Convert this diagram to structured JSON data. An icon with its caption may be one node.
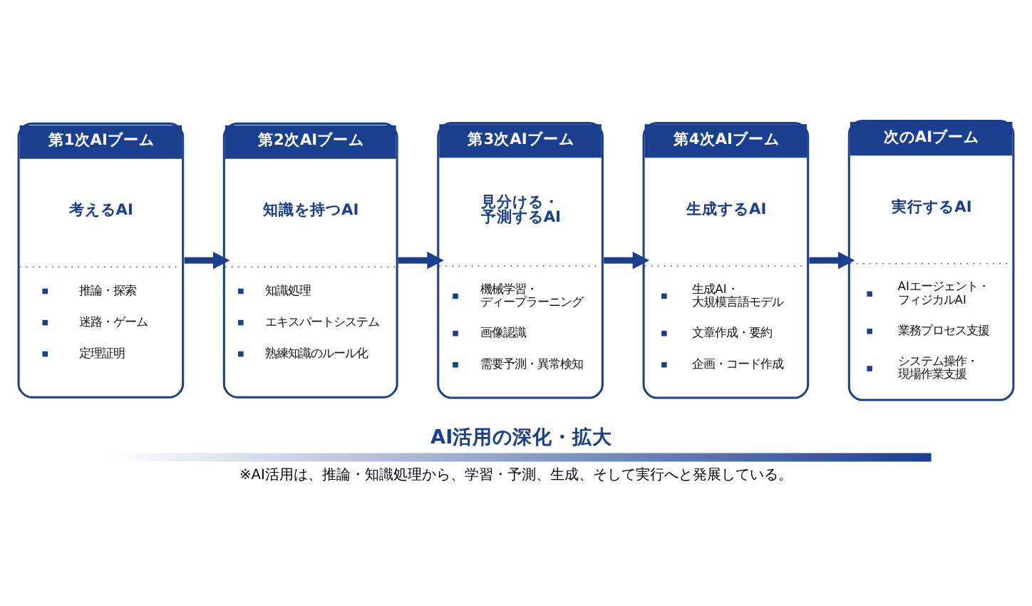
{
  "diagram": {
    "caption": "※AI活用は、推論・知識処理から、学習・予測、生成、そして実行へと発展している。",
    "nodes": [
      {
        "text": [
          "第1次AIブーム",
          "考えるAI",
          "推論・探索",
          "迷路・ゲーム",
          "定理証明"
        ]
      },
      {
        "text": [
          "第2次AIブーム",
          "知識を持つAI",
          "知識処理",
          "エキスパートシステム",
          "熟練知識のルール化"
        ]
      },
      {
        "text": [
          "第3次AIブーム",
          "見分ける・予測するAI",
          "機械学習・ディープラーニング",
          "画像認識",
          "需要予測・異常検知"
        ]
      },
      {
        "text": [
          "第4次AIブーム",
          "生成するAI",
          "生成AI・大規模言語モデル",
          "文章作成・要約",
          "企画・コード作成"
        ]
      },
      {
        "text": [
          "次のAIブーム",
          "実行するAI",
          "AIエージェント・フィジカルAI",
          "業務プロセス支援",
          "システム操作・現場作業支援"
        ]
      }
    ],
    "edges": [
      {
        "from": 0,
        "to": 1,
        "arrow": "to"
      },
      {
        "from": 1,
        "to": 2,
        "arrow": "to"
      },
      {
        "from": 2,
        "to": 3,
        "arrow": "to"
      },
      {
        "from": 3,
        "to": 4,
        "arrow": "to"
      }
    ],
    "labels": [
      "AI活用の深化・拡大"
    ]
  }
}
